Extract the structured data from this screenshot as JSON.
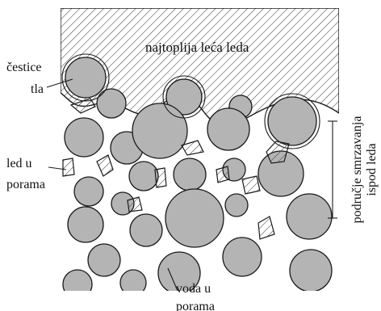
{
  "labels": {
    "ice_lens": "najtoplija leća leda",
    "soil_particles_line1": "čestice",
    "soil_particles_line2": "tla",
    "ice_in_pores_line1": "led u",
    "ice_in_pores_line2": "porama",
    "water_in_pores_line1": "voda u",
    "water_in_pores_line2": "porama",
    "freezing_zone_line1": "područje smrzavanja",
    "freezing_zone_line2": "ispod leda"
  },
  "colors": {
    "particle_fill": "#b4b4b4",
    "ice_hatch": "#444444",
    "outline": "#1a1a1a",
    "background": "#ffffff"
  }
}
